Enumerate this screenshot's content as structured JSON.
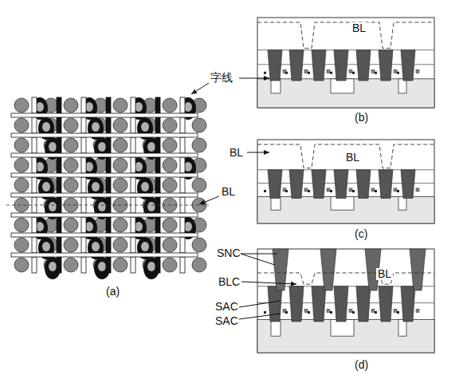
{
  "diagram": {
    "labels": [
      "BL",
      "字线",
      "(b)",
      "BL",
      "BL",
      "BL",
      "(c)",
      "SNC",
      "BLC",
      "BL",
      "SAC",
      "SAC",
      "(a)",
      "(d)"
    ]
  }
}
